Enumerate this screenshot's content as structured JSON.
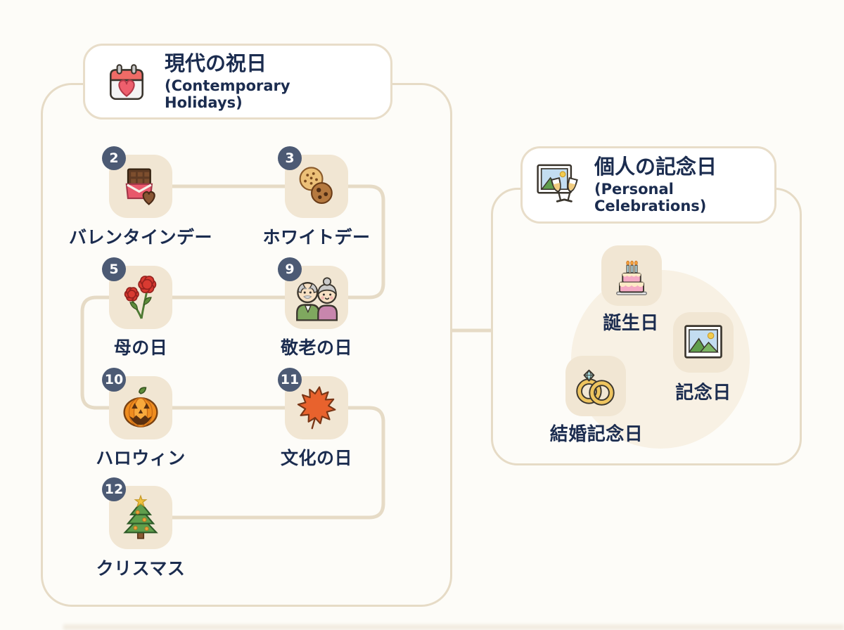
{
  "colors": {
    "background": "#fdfcf8",
    "panel_border": "#e6dbc6",
    "tile_background": "#f1e6d3",
    "badge_background": "#4c5a74",
    "text": "#1b2c4f",
    "soft_circle": "#f8f1e4"
  },
  "left_section": {
    "title": "現代の祝日",
    "subtitle": "(Contemporary Holidays)",
    "icon": "calendar-heart-icon",
    "items": [
      {
        "month": "2",
        "label": "バレンタインデー",
        "icon": "chocolate-icon"
      },
      {
        "month": "3",
        "label": "ホワイトデー",
        "icon": "cookies-icon"
      },
      {
        "month": "5",
        "label": "母の日",
        "icon": "carnation-icon"
      },
      {
        "month": "9",
        "label": "敬老の日",
        "icon": "elderly-couple-icon"
      },
      {
        "month": "10",
        "label": "ハロウィン",
        "icon": "jack-o-lantern-icon"
      },
      {
        "month": "11",
        "label": "文化の日",
        "icon": "maple-leaf-icon"
      },
      {
        "month": "12",
        "label": "クリスマス",
        "icon": "christmas-tree-icon"
      }
    ]
  },
  "right_section": {
    "title": "個人の記念日",
    "subtitle": "(Personal Celebrations)",
    "icon": "photo-champagne-icon",
    "items": [
      {
        "label": "誕生日",
        "icon": "birthday-cake-icon"
      },
      {
        "label": "記念日",
        "icon": "photo-icon"
      },
      {
        "label": "結婚記念日",
        "icon": "wedding-rings-icon"
      }
    ]
  }
}
